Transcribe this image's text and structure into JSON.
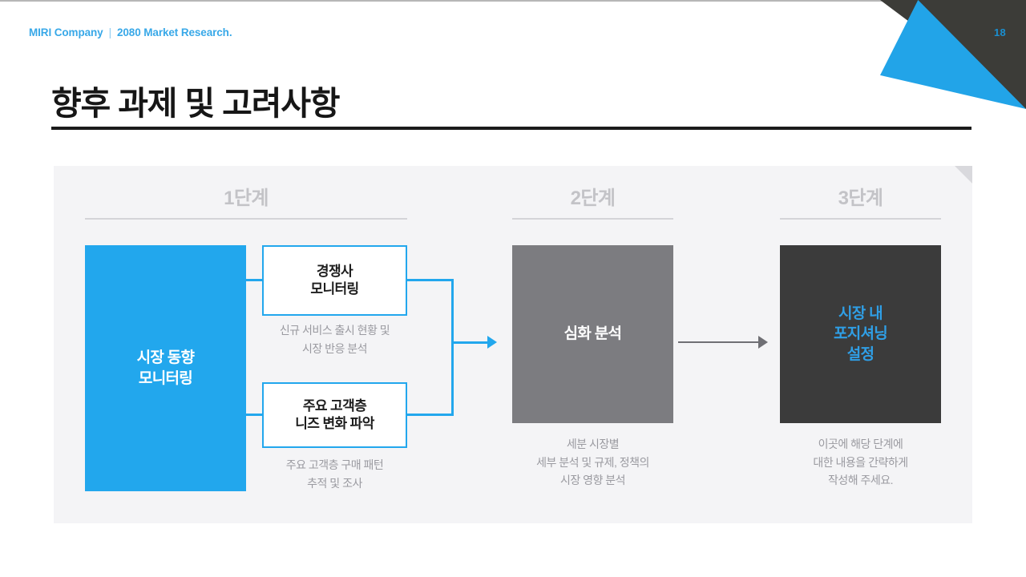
{
  "header": {
    "brand_left": "MIRI Company",
    "brand_divider": "|",
    "brand_right": "2080 Market Research.",
    "page_number": "18"
  },
  "title": "향후 과제 및 고려사항",
  "colors": {
    "accent_blue": "#22a7ed",
    "brand_blue": "#38a8e8",
    "dark": "#3b3b3b",
    "gray_box": "#7c7c80",
    "panel_bg": "#f4f4f6",
    "caption_gray": "#9a9aa0",
    "step_label_gray": "#c3c3c7"
  },
  "steps": [
    {
      "label": "1단계"
    },
    {
      "label": "2단계"
    },
    {
      "label": "3단계"
    }
  ],
  "boxes": {
    "blue": {
      "line1": "시장 동향",
      "line2": "모니터링"
    },
    "white1": {
      "line1": "경쟁사",
      "line2": "모니터링"
    },
    "white2": {
      "line1": "주요 고객층",
      "line2": "니즈 변화 파악"
    },
    "gray": {
      "line1": "심화 분석"
    },
    "dark": {
      "line1": "시장 내",
      "line2": "포지셔닝",
      "line3": "설정"
    }
  },
  "captions": {
    "white1": {
      "line1": "신규 서비스 출시 현황 및",
      "line2": "시장 반응 분석"
    },
    "white2": {
      "line1": "주요 고객층 구매 패턴",
      "line2": "추적 및 조사"
    },
    "gray": {
      "line1": "세분 시장별",
      "line2": "세부 분석 및 규제, 정책의",
      "line3": "시장 영향 분석"
    },
    "dark": {
      "line1": "이곳에 해당 단계에",
      "line2": "대한 내용을 간략하게",
      "line3": "작성해 주세요."
    }
  }
}
